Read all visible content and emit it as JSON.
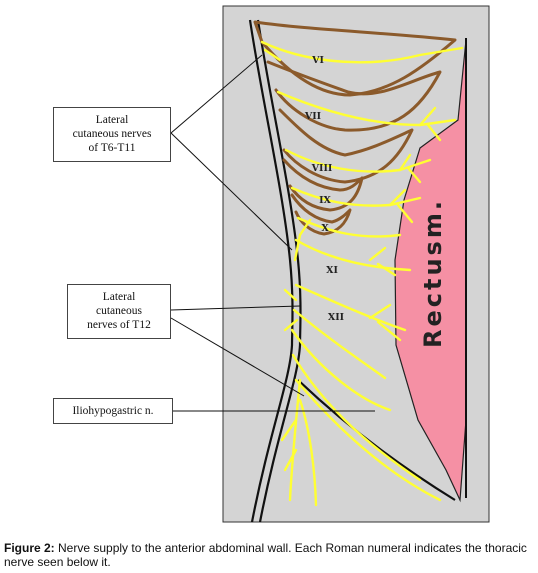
{
  "diagram": {
    "rectus_label": "Rectusm.",
    "nerve_numerals": [
      "VI",
      "VII",
      "VIII",
      "IX",
      "X",
      "XI",
      "XII"
    ],
    "callouts": {
      "t6_t11": "Lateral cutaneous nerves of T6-T11",
      "t6_t11_lines": [
        "Lateral",
        "cutaneous nerves",
        "of T6-T11"
      ],
      "t12": "Lateral cutaneous nerves of T12",
      "t12_lines": [
        "Lateral",
        "cutaneous",
        "nerves of T12"
      ],
      "iliohypogastric": "Iliohypogastric n."
    },
    "colors": {
      "panel_bg": "#d4d4d4",
      "nerve": "#ffff33",
      "rib": "#8b5a2b",
      "rectus": "#f590a4",
      "outline": "#111111"
    }
  },
  "caption": {
    "prefix": "Figure 2:",
    "text": " Nerve supply to the anterior abdominal wall. Each Roman numeral indicates the thoracic nerve seen below it."
  }
}
